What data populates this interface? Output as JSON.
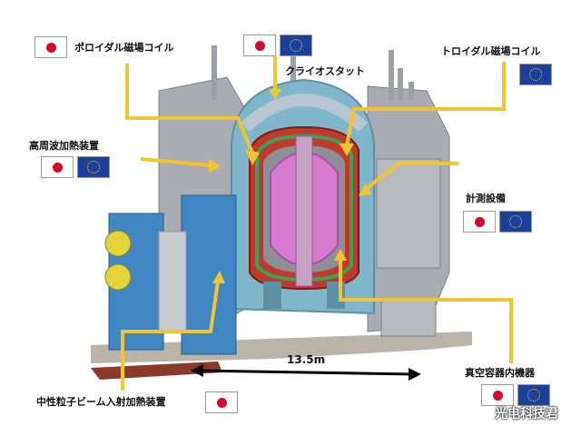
{
  "labels": {
    "poloidal_coil": "ポロイダル磁場コイル",
    "cryostat": "クライオスタット",
    "toroidal_coil": "トロイダル磁場コイル",
    "rf_heating": "高周波加熱装置",
    "diagnostics": "計測設備",
    "vacuum_components": "真空容器内機器",
    "nbi": "中性粒子ビーム入射加熱装置"
  },
  "dimension": "13.5m",
  "watermark": "光电科技君",
  "colors": {
    "callout": "#f4c430",
    "plasma": "#d77ad0",
    "structure_gray": "#a9adb3",
    "blue_tank": "#3f86c2",
    "vessel_red": "#c0392b",
    "flag_jp_red": "#d30a2a",
    "flag_eu_blue": "#1c3f9c"
  },
  "flags": {
    "poloidal_coil": [
      "jp"
    ],
    "cryostat": [
      "jp",
      "eu"
    ],
    "toroidal_coil": [
      "eu"
    ],
    "rf_heating": [
      "jp",
      "eu"
    ],
    "diagnostics": [
      "jp",
      "eu"
    ],
    "vacuum_components": [
      "jp",
      "eu"
    ],
    "nbi": [
      "jp"
    ]
  }
}
